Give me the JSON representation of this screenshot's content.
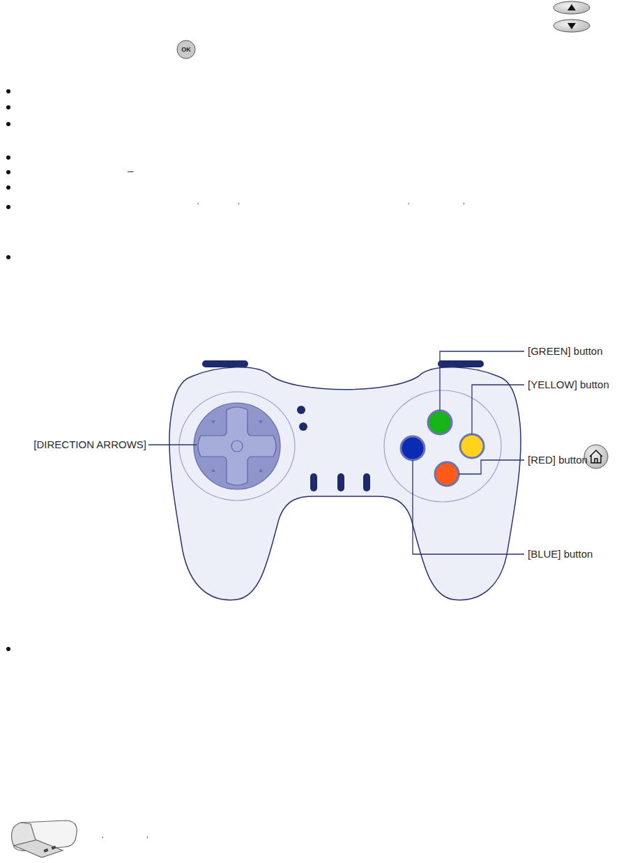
{
  "diagram": {
    "nodes": [
      {
        "text": [
          "OK"
        ]
      }
    ],
    "edges": [],
    "labels": [
      "[GREEN] button",
      "[YELLOW] button",
      "[DIRECTION ARROWS]",
      "[RED] button",
      "[BLUE] button",
      "–",
      "‘",
      "’",
      "‘",
      "’",
      "‘",
      "’"
    ]
  }
}
